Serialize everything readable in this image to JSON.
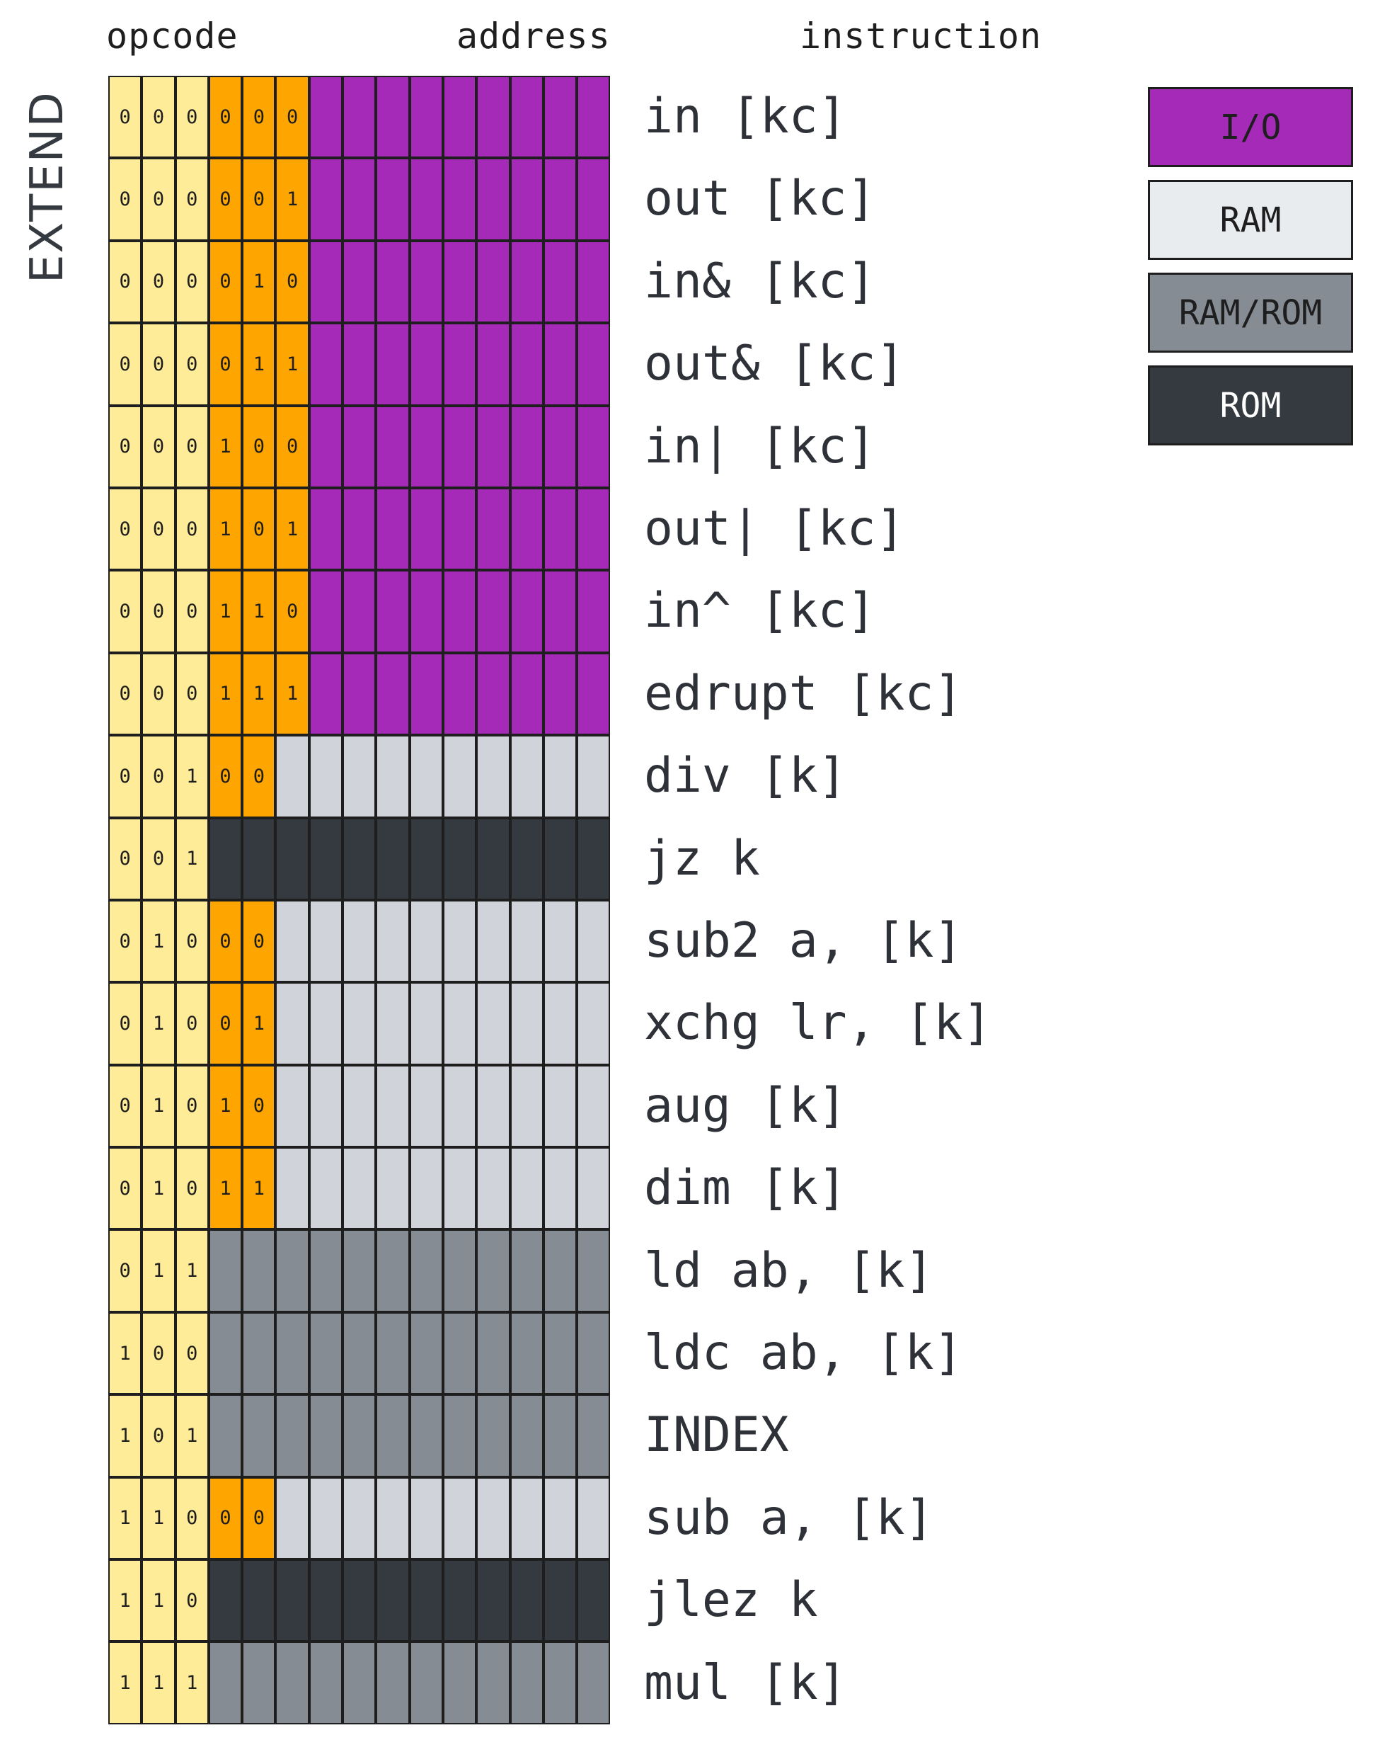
{
  "headers": {
    "opcode": "opcode",
    "address": "address",
    "instruction": "instruction"
  },
  "side_label": "EXTEND",
  "colors": {
    "opcode_bits": "#ffec99",
    "opcode_ext": "#ffa500",
    "io": "#a52ab8",
    "ram": "#d0d4da",
    "ram_rom": "#858c94",
    "rom": "#343a40"
  },
  "legend": [
    {
      "label": "I/O",
      "color": "#a52ab8",
      "text_color": "#1e1e1e"
    },
    {
      "label": "RAM",
      "color": "#e9ecef",
      "text_color": "#1e1e1e"
    },
    {
      "label": "RAM/ROM",
      "color": "#858c94",
      "text_color": "#1e1e1e"
    },
    {
      "label": "ROM",
      "color": "#343a40",
      "text_color": "#ffffff"
    }
  ],
  "rows": [
    {
      "bits": "000000",
      "type": "io",
      "instruction": "in [kc]"
    },
    {
      "bits": "000001",
      "type": "io",
      "instruction": "out [kc]"
    },
    {
      "bits": "000010",
      "type": "io",
      "instruction": "in& [kc]"
    },
    {
      "bits": "000011",
      "type": "io",
      "instruction": "out& [kc]"
    },
    {
      "bits": "000100",
      "type": "io",
      "instruction": "in| [kc]"
    },
    {
      "bits": "000101",
      "type": "io",
      "instruction": "out| [kc]"
    },
    {
      "bits": "000110",
      "type": "io",
      "instruction": "in^ [kc]"
    },
    {
      "bits": "000111",
      "type": "io",
      "instruction": "edrupt [kc]"
    },
    {
      "bits": "00100",
      "type": "ram",
      "instruction": "div [k]"
    },
    {
      "bits": "001",
      "type": "rom",
      "instruction": "jz k"
    },
    {
      "bits": "01000",
      "type": "ram",
      "instruction": "sub2 a, [k]"
    },
    {
      "bits": "01001",
      "type": "ram",
      "instruction": "xchg lr, [k]"
    },
    {
      "bits": "01010",
      "type": "ram",
      "instruction": "aug [k]"
    },
    {
      "bits": "01011",
      "type": "ram",
      "instruction": "dim [k]"
    },
    {
      "bits": "011",
      "type": "ram_rom",
      "instruction": "ld ab, [k]"
    },
    {
      "bits": "100",
      "type": "ram_rom",
      "instruction": "ldc ab, [k]"
    },
    {
      "bits": "101",
      "type": "ram_rom",
      "instruction": "INDEX"
    },
    {
      "bits": "11000",
      "type": "ram",
      "instruction": "sub a, [k]"
    },
    {
      "bits": "110",
      "type": "rom",
      "instruction": "jlez k"
    },
    {
      "bits": "111",
      "type": "ram_rom",
      "instruction": "mul [k]"
    }
  ]
}
